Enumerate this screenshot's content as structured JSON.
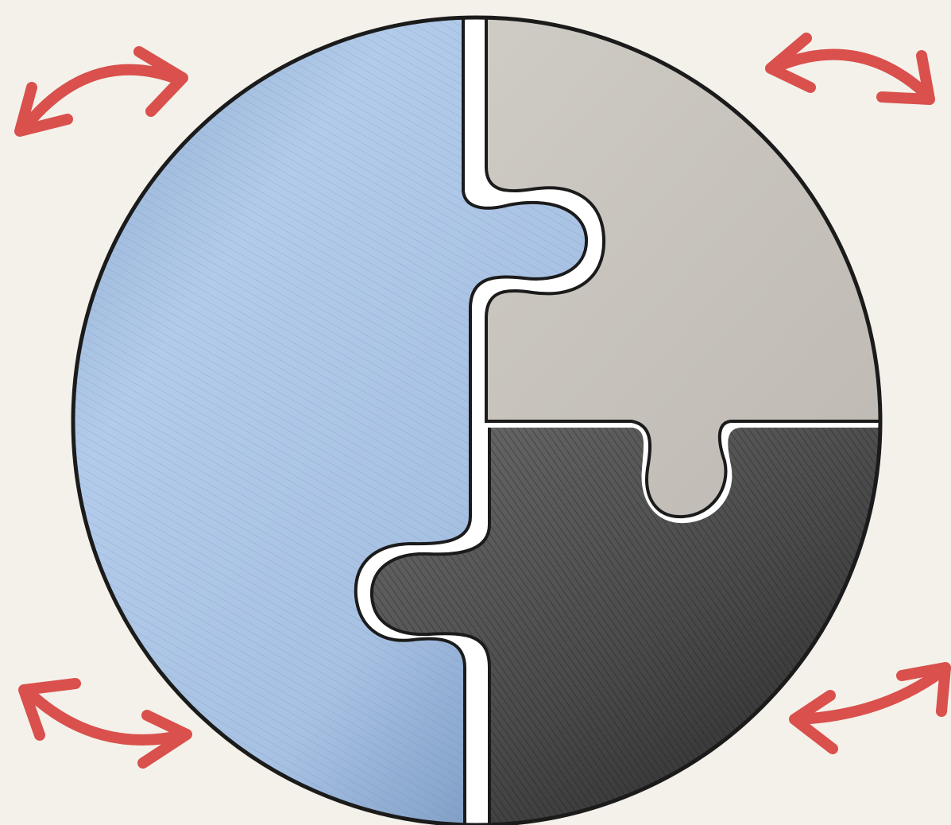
{
  "illustration": {
    "subject": "circle-of-three-puzzle-pieces",
    "pieces": [
      {
        "name": "left-half-piece",
        "color": "#a9c4e6",
        "shade": "#7f9fc6"
      },
      {
        "name": "top-right-piece",
        "color": "#c9c5bf",
        "shade": "#b6b1aa"
      },
      {
        "name": "bottom-right-piece",
        "color": "#4a4a4a",
        "shade": "#2b2b2b"
      }
    ],
    "outline_color": "#1b1b1b",
    "gap_color": "#ffffff",
    "arrow_color": "#d9504c",
    "arrows": [
      {
        "name": "arrow-top-left",
        "icon": "curved-double-arrow-icon"
      },
      {
        "name": "arrow-top-right",
        "icon": "curved-double-arrow-icon"
      },
      {
        "name": "arrow-bottom-left",
        "icon": "curved-double-arrow-icon"
      },
      {
        "name": "arrow-bottom-right",
        "icon": "curved-double-arrow-icon"
      }
    ]
  }
}
